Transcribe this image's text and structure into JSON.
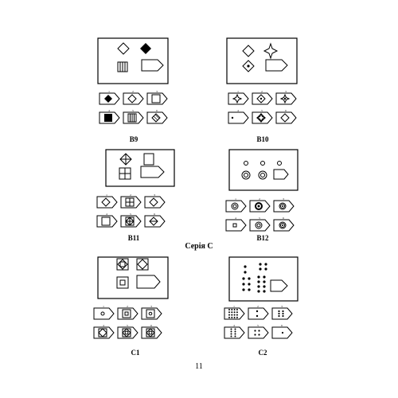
{
  "series_heading": "Серія С",
  "page_number": "11",
  "puzzles": [
    {
      "id": "B9",
      "label": "B9",
      "options": [
        "1",
        "2",
        "3",
        "4",
        "5",
        "6"
      ]
    },
    {
      "id": "B10",
      "label": "B10",
      "options": [
        "1",
        "2",
        "3",
        "4",
        "5",
        "6"
      ]
    },
    {
      "id": "B11",
      "label": "B11",
      "options": [
        "1",
        "2",
        "3",
        "4",
        "5",
        "6"
      ]
    },
    {
      "id": "B12",
      "label": "B12",
      "options": [
        "1",
        "2",
        "3",
        "4",
        "5",
        "6"
      ]
    },
    {
      "id": "C1",
      "label": "C1",
      "options": [
        "1",
        "2",
        "3",
        "4",
        "5",
        "6"
      ]
    },
    {
      "id": "C2",
      "label": "C2",
      "options": [
        "1",
        "2",
        "3",
        "4",
        "5",
        "6"
      ]
    }
  ]
}
